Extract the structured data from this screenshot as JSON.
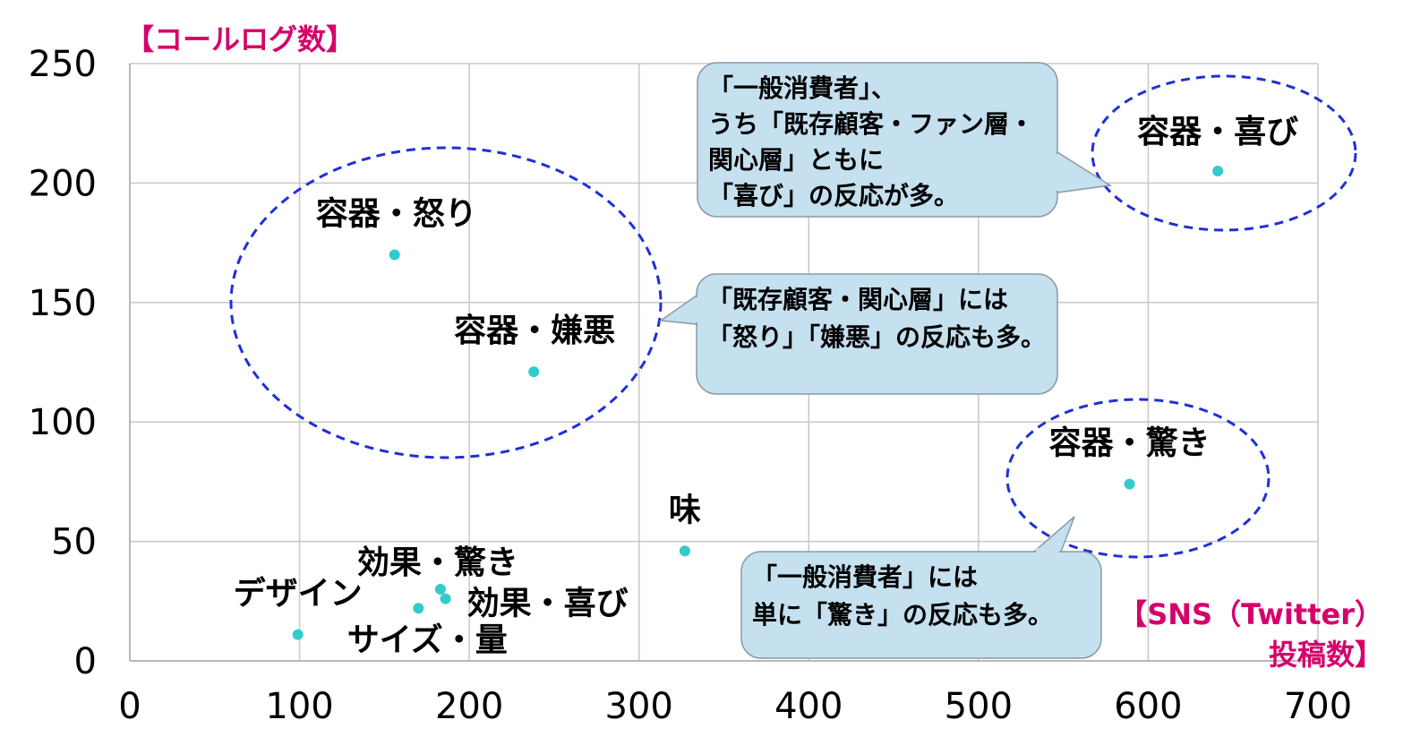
{
  "chart_data": {
    "type": "scatter",
    "title": "",
    "xlabel": [
      "【SNS（Twitter）",
      "投稿数】"
    ],
    "ylabel": "【コールログ数】",
    "xlim": [
      0,
      700
    ],
    "ylim": [
      0,
      250
    ],
    "xticks": [
      "0",
      "100",
      "200",
      "300",
      "400",
      "500",
      "600",
      "700"
    ],
    "yticks": [
      "0",
      "50",
      "100",
      "150",
      "200",
      "250"
    ],
    "grid": true,
    "points": [
      {
        "label": "容器・喜び",
        "x": 641,
        "y": 205
      },
      {
        "label": "容器・怒り",
        "x": 156,
        "y": 170
      },
      {
        "label": "容器・嫌悪",
        "x": 238,
        "y": 121
      },
      {
        "label": "容器・驚き",
        "x": 589,
        "y": 74
      },
      {
        "label": "味",
        "x": 327,
        "y": 46
      },
      {
        "label": "効果・驚き",
        "x": 183,
        "y": 30
      },
      {
        "label": "効果・喜び",
        "x": 186,
        "y": 26
      },
      {
        "label": "サイズ・量",
        "x": 170,
        "y": 22
      },
      {
        "label": "デザイン",
        "x": 99,
        "y": 11
      }
    ],
    "annotations": [
      [
        "「一般消費者」、",
        "うち「既存顧客・ファン層・",
        "関心層」ともに",
        "「喜び」の反応が多。"
      ],
      [
        "「既存顧客・関心層」には",
        "「怒り」「嫌悪」の反応も多。"
      ],
      [
        "「一般消費者」には",
        "単に「驚き」の反応も多。"
      ]
    ],
    "colors": {
      "point": "#33cccc",
      "axis_title": "#d6006b",
      "ellipse": "#1f2fd6",
      "callout_fill": "#c5e0ef",
      "callout_stroke": "#8a9aa6",
      "grid": "#c8c8c8"
    }
  }
}
